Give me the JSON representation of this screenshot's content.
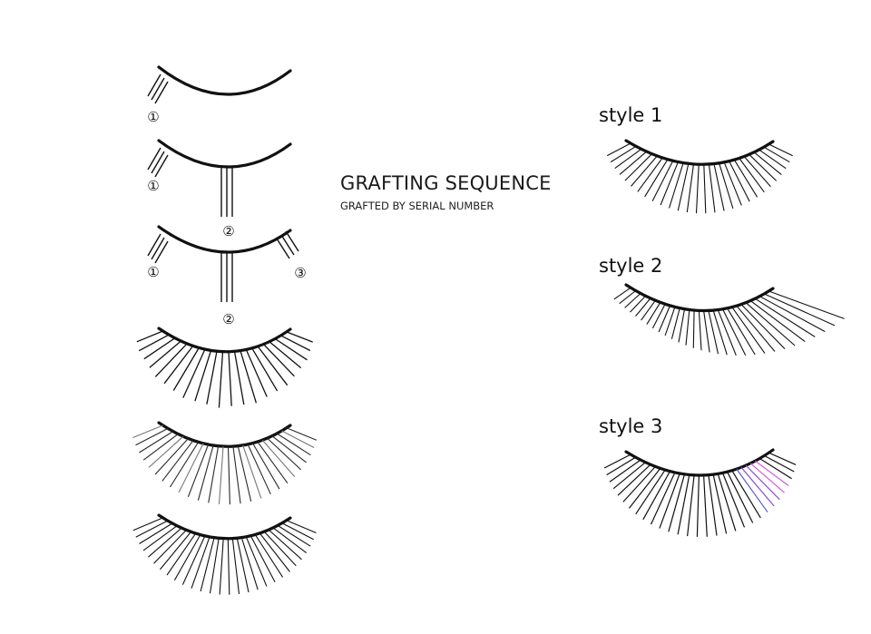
{
  "title": "GRAFTING SEQUENCE",
  "subtitle": "GRAFTED BY SERIAL NUMBER",
  "sequence_markers": [
    "①",
    "②",
    "③"
  ],
  "styles": [
    {
      "label": "style 1"
    },
    {
      "label": "style 2"
    },
    {
      "label": "style 3"
    }
  ],
  "colors": {
    "line": "#111111",
    "lash_gray": "#777777",
    "accent_blue": "#5b5bd6",
    "accent_purple": "#8a4fd8",
    "accent_pink": "#d45ad8"
  }
}
